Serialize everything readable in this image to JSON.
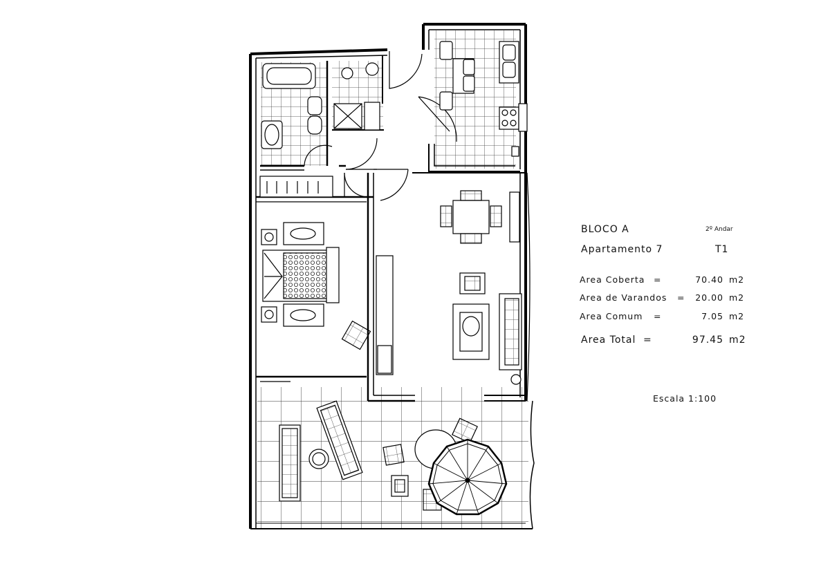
{
  "info": {
    "block": "BLOCO A",
    "floor": "2º Andar",
    "apartment": "Apartamento 7",
    "typology": "T1",
    "areas": [
      {
        "label": "Area Coberta",
        "eq": "=",
        "value": "70.40",
        "unit": "m2"
      },
      {
        "label": "Area de Varandos",
        "eq": "=",
        "value": "20.00",
        "unit": "m2"
      },
      {
        "label": "Area Comum",
        "eq": "=",
        "value": "7.05",
        "unit": "m2"
      }
    ],
    "total": {
      "label": "Area Total",
      "eq": "=",
      "value": "97.45",
      "unit": "m2"
    },
    "scale": "Escala 1:100"
  }
}
